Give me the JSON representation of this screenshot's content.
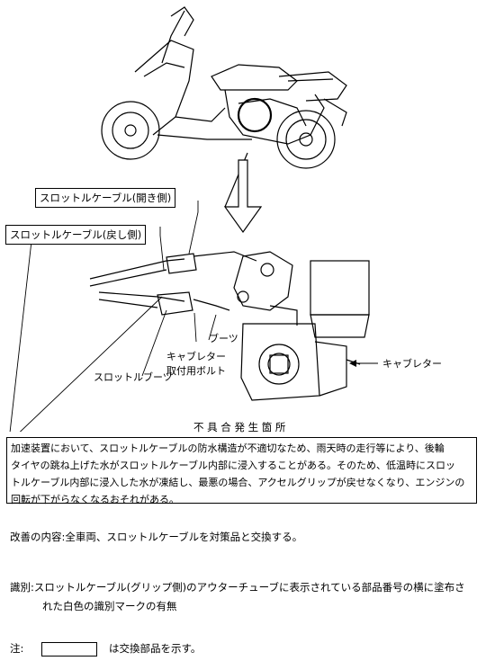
{
  "labels": {
    "cable_open": "スロットルケーブル(開き側)",
    "cable_return": "スロットルケーブル(戻し側)",
    "boot": "ブーツ",
    "carb_bolt_line1": "キャブレター",
    "carb_bolt_line2": "取付用ボルト",
    "throttle_boot": "スロットルブーツ",
    "carburetor": "キャブレター"
  },
  "defect_heading": "不 具 合 発 生 箇 所",
  "defect_text": [
    "加速装置において、スロットルケーブルの防水構造が不適切なため、雨天時の走行等により、後輪",
    "タイヤの跳ね上げた水がスロットルケーブル内部に浸入することがある。そのため、低温時にスロッ",
    "トルケーブル内部に浸入した水が凍結し、最悪の場合、アクセルグリップが戻せなくなり、エンジンの",
    "回転が下がらなくなるおそれがある。"
  ],
  "improvement": "改善の内容:全車両、スロットルケーブルを対策品と交換する。",
  "identification_line1": "識別:スロットルケーブル(グリップ側)のアウターチューブに表示されている部品番号の横に塗布さ",
  "identification_line2": "れた白色の識別マークの有無",
  "note_prefix": "注:",
  "note_suffix": "は交換部品を示す。"
}
